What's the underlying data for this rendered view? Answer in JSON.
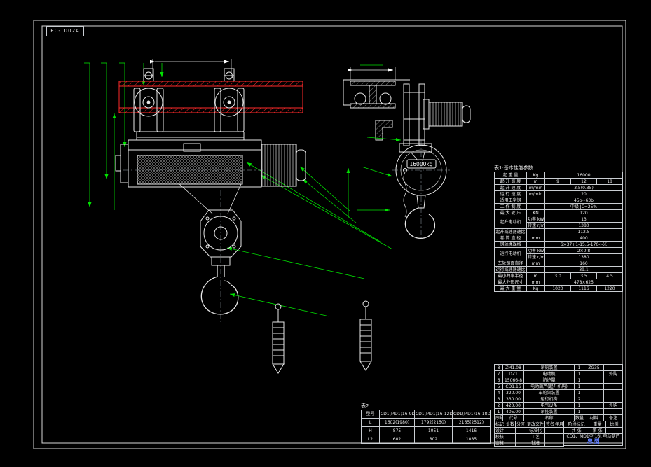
{
  "doc": {
    "code": "EC-T002A"
  },
  "drawing": {
    "load_label": "16000kg"
  },
  "table1": {
    "title": "表1:基本性能参数",
    "rows": [
      {
        "cells": [
          {
            "t": "起 重 量"
          },
          {
            "t": "Kg"
          },
          {
            "t": "16000",
            "s": 3
          }
        ]
      },
      {
        "cells": [
          {
            "t": "起 升 高 度"
          },
          {
            "t": "m"
          },
          {
            "t": "9"
          },
          {
            "t": "12"
          },
          {
            "t": "18"
          }
        ]
      },
      {
        "cells": [
          {
            "t": "起 升 速 度"
          },
          {
            "t": "m/min"
          },
          {
            "t": "3.5(0.35)",
            "s": 3
          }
        ]
      },
      {
        "cells": [
          {
            "t": "运 行 速 度"
          },
          {
            "t": "m/min"
          },
          {
            "t": "20",
            "s": 3
          }
        ]
      },
      {
        "cells": [
          {
            "t": "适用工字钢"
          },
          {
            "t": ""
          },
          {
            "t": "45b~63b",
            "s": 3
          }
        ]
      },
      {
        "cells": [
          {
            "t": "工 作 制 度"
          },
          {
            "t": ""
          },
          {
            "t": "中级 JC=25%",
            "s": 3
          }
        ]
      },
      {
        "cells": [
          {
            "t": "最 大 轮 压"
          },
          {
            "t": "KN"
          },
          {
            "t": "120",
            "s": 3
          }
        ]
      },
      {
        "cells": [
          {
            "t": "起升电动机",
            "r": 2,
            "c": "blue"
          },
          {
            "t": "功率 kW",
            "c": "blue"
          },
          {
            "t": "13",
            "s": 3
          }
        ]
      },
      {
        "cells": [
          {
            "t": "转速 r/min",
            "c": "blue"
          },
          {
            "t": "1380",
            "s": 3
          }
        ]
      },
      {
        "cells": [
          {
            "t": "起升减速器速比"
          },
          {
            "t": ""
          },
          {
            "t": "112.5",
            "s": 3
          }
        ]
      },
      {
        "cells": [
          {
            "t": "卷 筒 直 径"
          },
          {
            "t": "mm"
          },
          {
            "t": "400",
            "s": 3
          }
        ]
      },
      {
        "cells": [
          {
            "t": "钢丝绳规格"
          },
          {
            "t": ""
          },
          {
            "t": "6×37+1-15.5-170-I-光",
            "s": 3,
            "c": "blue"
          }
        ]
      },
      {
        "cells": [
          {
            "t": "运行电动机",
            "r": 2,
            "c": "blue"
          },
          {
            "t": "功率 kW",
            "c": "blue"
          },
          {
            "t": "2×0.8",
            "s": 3
          }
        ]
      },
      {
        "cells": [
          {
            "t": "转速 r/min",
            "c": "blue"
          },
          {
            "t": "1380",
            "s": 3
          }
        ]
      },
      {
        "cells": [
          {
            "t": "车轮踏面直径"
          },
          {
            "t": "mm"
          },
          {
            "t": "160",
            "s": 3
          }
        ]
      },
      {
        "cells": [
          {
            "t": "运行减速器速比"
          },
          {
            "t": ""
          },
          {
            "t": "39.1",
            "s": 3
          }
        ]
      },
      {
        "cells": [
          {
            "t": "最小曲率半径"
          },
          {
            "t": "m"
          },
          {
            "t": "3.0"
          },
          {
            "t": "3.5"
          },
          {
            "t": "4.5"
          }
        ]
      },
      {
        "cells": [
          {
            "t": "最大外形尺寸"
          },
          {
            "t": "mm"
          },
          {
            "t": "478×625",
            "s": 3
          }
        ]
      },
      {
        "cells": [
          {
            "t": "最 大 重 量"
          },
          {
            "t": "Kg"
          },
          {
            "t": "1020"
          },
          {
            "t": "1116"
          },
          {
            "t": "1220"
          }
        ]
      }
    ]
  },
  "size_table": {
    "label": "表2",
    "rows": [
      {
        "cells": [
          {
            "t": "型号",
            "c": "blue"
          },
          {
            "t": "CD1(MD1)16-9D",
            "c": "blue"
          },
          {
            "t": "CD1(MD1)16-12D",
            "c": "blue"
          },
          {
            "t": "CD1(MD1)16-18D",
            "c": "blue"
          }
        ]
      },
      {
        "cells": [
          {
            "t": "L"
          },
          {
            "t": "1602(1980)"
          },
          {
            "t": "1792(2150)"
          },
          {
            "t": "2165(2512)"
          }
        ]
      },
      {
        "cells": [
          {
            "t": "H"
          },
          {
            "t": "875"
          },
          {
            "t": "1051"
          },
          {
            "t": "1416"
          }
        ]
      },
      {
        "cells": [
          {
            "t": "L2"
          },
          {
            "t": "602"
          },
          {
            "t": "802"
          },
          {
            "t": "1085"
          }
        ]
      }
    ]
  },
  "parts_list": {
    "rows": [
      {
        "cells": [
          {
            "t": "8"
          },
          {
            "t": "ZM1.08"
          },
          {
            "t": "吊钩装置",
            "c": "blue"
          },
          {
            "t": "1"
          },
          {
            "t": "ZG35"
          },
          {
            "t": ""
          }
        ]
      },
      {
        "cells": [
          {
            "t": "7"
          },
          {
            "t": "DZ1"
          },
          {
            "t": "电动机",
            "c": "blue"
          },
          {
            "t": "1"
          },
          {
            "t": ""
          },
          {
            "t": "外购"
          }
        ]
      },
      {
        "cells": [
          {
            "t": "6"
          },
          {
            "t": "15066-8"
          },
          {
            "t": "防护罩",
            "c": "blue"
          },
          {
            "t": "1"
          },
          {
            "t": ""
          },
          {
            "t": ""
          }
        ]
      },
      {
        "cells": [
          {
            "t": "5"
          },
          {
            "t": "CD1.16"
          },
          {
            "t": "电动葫芦(起升机构)",
            "c": "blue"
          },
          {
            "t": "1"
          },
          {
            "t": ""
          },
          {
            "t": ""
          }
        ]
      },
      {
        "cells": [
          {
            "t": "4"
          },
          {
            "t": "320.00"
          },
          {
            "t": "车轮架装置",
            "c": "blue"
          },
          {
            "t": "1"
          },
          {
            "t": ""
          },
          {
            "t": ""
          }
        ]
      },
      {
        "cells": [
          {
            "t": "3"
          },
          {
            "t": "330.00"
          },
          {
            "t": "运行机构",
            "c": "blue"
          },
          {
            "t": "2"
          },
          {
            "t": ""
          },
          {
            "t": ""
          }
        ]
      },
      {
        "cells": [
          {
            "t": "2"
          },
          {
            "t": "420.00"
          },
          {
            "t": "电气设备",
            "c": "blue"
          },
          {
            "t": "1"
          },
          {
            "t": ""
          },
          {
            "t": "外购"
          }
        ]
      },
      {
        "cells": [
          {
            "t": "1"
          },
          {
            "t": "405.00"
          },
          {
            "t": "吊挂装置",
            "c": "blue"
          },
          {
            "t": "1"
          },
          {
            "t": ""
          },
          {
            "t": ""
          }
        ]
      },
      {
        "cells": [
          {
            "t": "序号",
            "c": "hdr"
          },
          {
            "t": "代号",
            "c": "hdr"
          },
          {
            "t": "名称",
            "c": "hdr"
          },
          {
            "t": "数量",
            "c": "hdr"
          },
          {
            "t": "材料",
            "c": "hdr"
          },
          {
            "t": "备注",
            "c": "hdr"
          }
        ]
      }
    ]
  },
  "title_block": {
    "r1": [
      "标记",
      "处数",
      "分区",
      "更改文件号",
      "签名",
      "年月日"
    ],
    "design": "设计",
    "standardize": "标准化",
    "check": "校核",
    "craft": "工艺",
    "audit": "审核",
    "approve": "批准",
    "stage": "阶段标记",
    "weight": "重量",
    "scale": "比例",
    "sheet_total": "共 张",
    "sheet_no": "第 张",
    "title_main": "CD1、MD1型 16t 电动葫芦",
    "title_sub": "总图"
  }
}
